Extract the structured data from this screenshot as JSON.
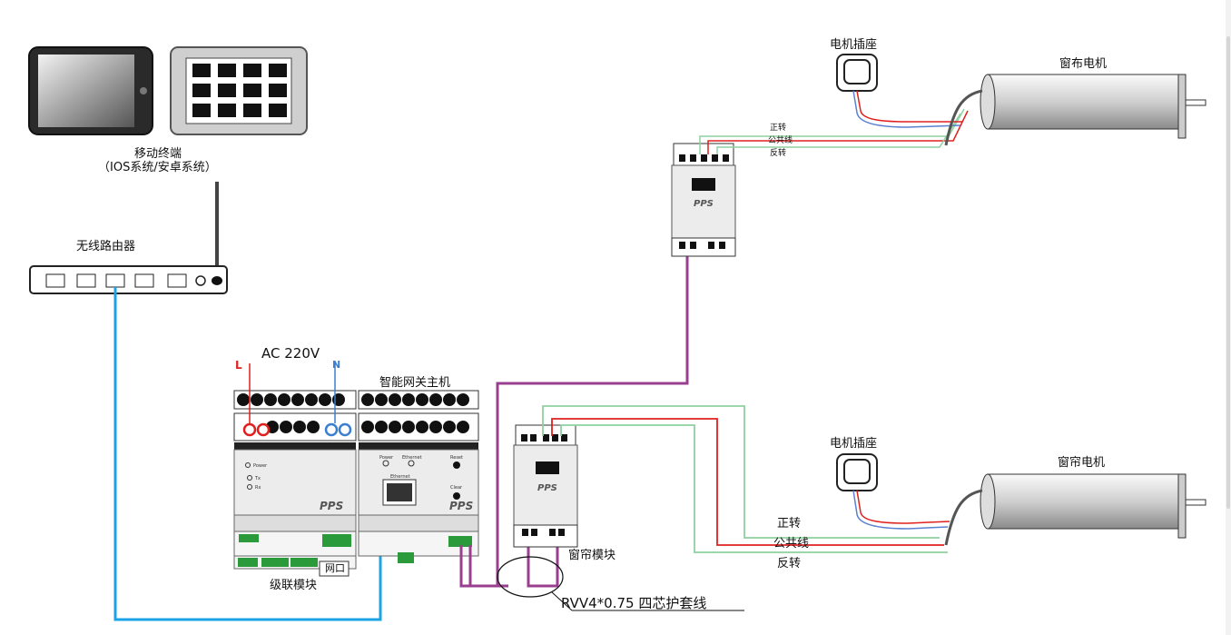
{
  "devices": {
    "mobile_terminal_label": "移动终端",
    "mobile_terminal_sub": "（IOS系统/安卓系统）",
    "router_label": "无线路由器",
    "ac_label": "AC 220V",
    "phase_L": "L",
    "phase_N": "N",
    "cascade_label": "级联模块",
    "network_port_label": "网口",
    "gateway_label": "智能网关主机",
    "curtain_module_label": "窗帘模块",
    "cable_label": "RVV4*0.75 四芯护套线",
    "brand": "PPS"
  },
  "top_motor": {
    "socket_label": "电机插座",
    "motor_label": "窗布电机",
    "forward": "正转",
    "common": "公共线",
    "reverse": "反转"
  },
  "bottom_motor": {
    "socket_label": "电机插座",
    "motor_label": "窗帘电机",
    "forward": "正转",
    "common": "公共线",
    "reverse": "反转"
  },
  "panels": {
    "power": "Power",
    "tx": "Tx",
    "rx": "Rx",
    "ethernet": "Ethernet",
    "reset": "Reset",
    "clear": "Clear",
    "ethernet_port": "Ethernet"
  },
  "colors": {
    "lan_cable": "#1aa3e6",
    "bus_cable": "#9a3f8f",
    "wire_red": "#e0201e",
    "wire_green": "#8fd0a0",
    "wire_blue": "#5a80d0"
  }
}
